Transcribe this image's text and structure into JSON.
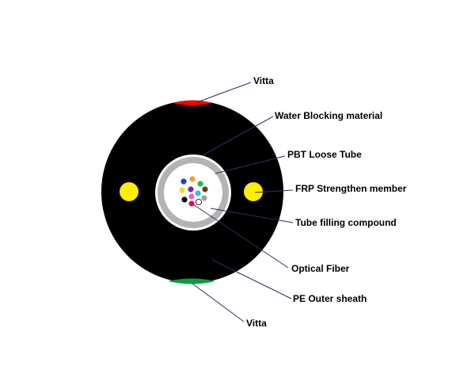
{
  "labels": {
    "vitta_top": "Vitta",
    "water_blocking": "Water Blocking material",
    "pbt_tube": "PBT Loose Tube",
    "frp": "FRP Strengthen member",
    "tube_filling": "Tube filling compound",
    "optical_fiber": "Optical Fiber",
    "pe_sheath": "PE Outer sheath",
    "vitta_bottom": "Vitta"
  },
  "colors": {
    "sheath": "#000000",
    "vitta_top": "#ff0000",
    "vitta_bottom": "#00a040",
    "frp": "#ffee00",
    "loose_tube": "#b3b3b3",
    "water_blocking_ring": "#ffffff",
    "leader_line": "#3a2a5a"
  },
  "fiber_colors": [
    "#1f3fd0",
    "#f0a030",
    "#20c040",
    "#f0e020",
    "#6a2ab0",
    "#30c0e0",
    "#6a3a20",
    "#000000",
    "#f060c0",
    "#a0a0a0",
    "#e01050",
    "#ffffff"
  ]
}
